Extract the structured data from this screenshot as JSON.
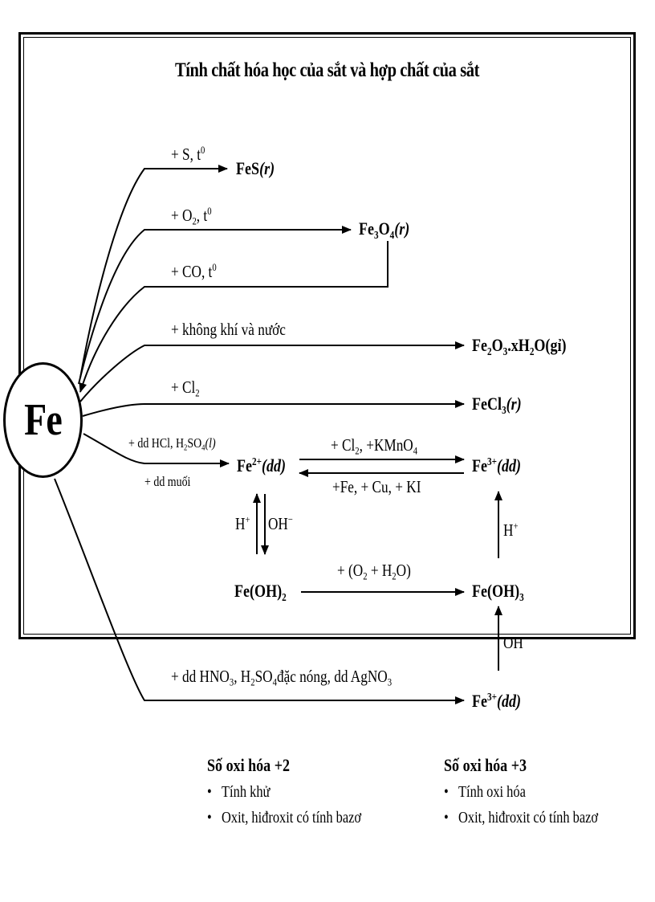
{
  "title": "Tính chất hóa học của sắt và hợp chất của sắt",
  "center": "Fe",
  "reagents": {
    "s_prefix": "+ S, t",
    "s_sup": "0",
    "o2_prefix": "+ O",
    "o2_sub": "2",
    "o2_suffix": ", t",
    "o2_sup": "0",
    "co_prefix": "+ CO, t",
    "co_sup": "0",
    "air_water": "+ không khí và nước",
    "cl2_prefix": "+ Cl",
    "cl2_sub": "2",
    "acid_prefix": "+ dd HCl, H",
    "acid_sub1": "2",
    "acid_mid": "SO",
    "acid_sub2": "4",
    "acid_paren": "(l)",
    "salt": "+ dd muối",
    "oxid_prefix": "+ Cl",
    "oxid_sub": "2",
    "oxid_suffix": ", +KMnO",
    "oxid_sub2": "4",
    "reduc": "+Fe, + Cu, + KI",
    "h_plus": "H",
    "h_plus_sup": "+",
    "oh_minus": "OH",
    "oh_minus_sup": "−",
    "o2h2o_a": "+ (O",
    "o2h2o_sub1": "2",
    "o2h2o_b": " + H",
    "o2h2o_sub2": "2",
    "o2h2o_c": "O)",
    "h_plus_right": "H",
    "h_plus_right_sup": "+",
    "oh_minus_right": "OH",
    "oh_minus_right_sup": "−",
    "hno3_a": "+ dd HNO",
    "hno3_sub1": "3",
    "hno3_b": ", H",
    "hno3_sub2": "2",
    "hno3_c": "SO",
    "hno3_sub3": "4",
    "hno3_d": "đặc nóng, dd AgNO",
    "hno3_sub4": "3"
  },
  "products": {
    "fes": "FeS",
    "fes_state": "(r)",
    "fe3o4_a": "Fe",
    "fe3o4_sub1": "3",
    "fe3o4_b": "O",
    "fe3o4_sub2": "4",
    "fe3o4_state": "(r)",
    "rust_a": "Fe",
    "rust_sub1": "2",
    "rust_b": "O",
    "rust_sub2": "3",
    "rust_c": ".xH",
    "rust_sub3": "2",
    "rust_d": "O(gỉ)",
    "fecl3_a": "FeCl",
    "fecl3_sub": "3",
    "fecl3_state": "(r)",
    "fe2_a": "Fe",
    "fe2_sup": "2+",
    "fe2_state": "(dd)",
    "fe3_a": "Fe",
    "fe3_sup": "3+",
    "fe3_state": "(dd)",
    "feoh2_a": "Fe(OH)",
    "feoh2_sub": "2",
    "feoh3_a": "Fe(OH)",
    "feoh3_sub": "3",
    "fe3b_a": "Fe",
    "fe3b_sup": "3+",
    "fe3b_state": "(dd)"
  },
  "summary": {
    "left_heading": "Số oxi hóa +2",
    "left_items": [
      "Tính khử",
      "Oxit, hiđroxit có tính bazơ"
    ],
    "right_heading": "Số oxi hóa +3",
    "right_items": [
      "Tính oxi hóa",
      "Oxit, hiđroxit có tính bazơ"
    ]
  }
}
